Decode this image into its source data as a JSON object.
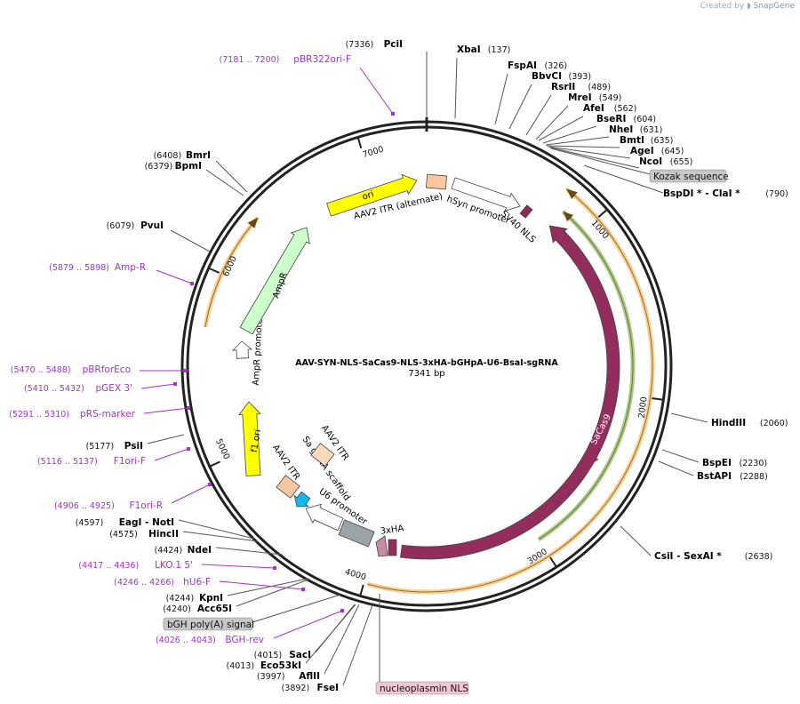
{
  "watermark": {
    "prefix": "Created by",
    "brand": "SnapGene"
  },
  "plasmid": {
    "name": "AAV-SYN-NLS-SaCas9-NLS-3xHA-bGHpA-U6-BsaI-sgRNA",
    "length_label": "7341 bp",
    "total_bp": 7341
  },
  "ticks": [
    {
      "label": "1000",
      "bp": 1000
    },
    {
      "label": "2000",
      "bp": 2000
    },
    {
      "label": "3000",
      "bp": 3000
    },
    {
      "label": "4000",
      "bp": 4000
    },
    {
      "label": "5000",
      "bp": 5000
    },
    {
      "label": "6000",
      "bp": 6000
    },
    {
      "label": "7000",
      "bp": 7000
    }
  ],
  "enzymes": [
    {
      "name": "PciI",
      "pos": "(7336)",
      "kind": "enzyme"
    },
    {
      "name": "XbaI",
      "pos": "(137)",
      "kind": "enzyme"
    },
    {
      "name": "FspAI",
      "pos": "(326)",
      "kind": "enzyme"
    },
    {
      "name": "BbvCI",
      "pos": "(393)",
      "kind": "enzyme"
    },
    {
      "name": "RsrII",
      "pos": "(489)",
      "kind": "enzyme"
    },
    {
      "name": "MreI",
      "pos": "(549)",
      "kind": "enzyme"
    },
    {
      "name": "AfeI",
      "pos": "(562)",
      "kind": "enzyme"
    },
    {
      "name": "BseRI",
      "pos": "(604)",
      "kind": "enzyme"
    },
    {
      "name": "NheI",
      "pos": "(631)",
      "kind": "enzyme"
    },
    {
      "name": "BmtI",
      "pos": "(635)",
      "kind": "enzyme"
    },
    {
      "name": "AgeI",
      "pos": "(645)",
      "kind": "enzyme"
    },
    {
      "name": "NcoI",
      "pos": "(655)",
      "kind": "enzyme"
    },
    {
      "name": "BspDI * - ClaI *",
      "pos": "(790)",
      "kind": "enzyme"
    },
    {
      "name": "HindIII",
      "pos": "(2060)",
      "kind": "enzyme"
    },
    {
      "name": "BspEI",
      "pos": "(2230)",
      "kind": "enzyme"
    },
    {
      "name": "BstAPI",
      "pos": "(2288)",
      "kind": "enzyme"
    },
    {
      "name": "CsiI - SexAI *",
      "pos": "(2638)",
      "kind": "enzyme"
    },
    {
      "name": "FseI",
      "pos": "(3892)",
      "kind": "enzyme"
    },
    {
      "name": "AflII",
      "pos": "(3997)",
      "kind": "enzyme"
    },
    {
      "name": "Eco53kI",
      "pos": "(4013)",
      "kind": "enzyme"
    },
    {
      "name": "SacI",
      "pos": "(4015)",
      "kind": "enzyme"
    },
    {
      "name": "Acc65I",
      "pos": "(4240)",
      "kind": "enzyme"
    },
    {
      "name": "KpnI",
      "pos": "(4244)",
      "kind": "enzyme"
    },
    {
      "name": "NdeI",
      "pos": "(4424)",
      "kind": "enzyme"
    },
    {
      "name": "HincII",
      "pos": "(4575)",
      "kind": "enzyme"
    },
    {
      "name": "EagI - NotI",
      "pos": "(4597)",
      "kind": "enzyme"
    },
    {
      "name": "PsiI",
      "pos": "(5177)",
      "kind": "enzyme"
    },
    {
      "name": "PvuI",
      "pos": "(6079)",
      "kind": "enzyme"
    },
    {
      "name": "BpmI",
      "pos": "(6379)",
      "kind": "enzyme"
    },
    {
      "name": "BmrI",
      "pos": "(6408)",
      "kind": "enzyme"
    }
  ],
  "primers": [
    {
      "name": "pBR322ori-F",
      "pos": "(7181 .. 7200)"
    },
    {
      "name": "Amp-R",
      "pos": "(5879 .. 5898)"
    },
    {
      "name": "pBRforEco",
      "pos": "(5470 .. 5488)"
    },
    {
      "name": "pGEX 3'",
      "pos": "(5410 .. 5432)"
    },
    {
      "name": "pRS-marker",
      "pos": "(5291 .. 5310)"
    },
    {
      "name": "F1ori-F",
      "pos": "(5116 .. 5137)"
    },
    {
      "name": "F1ori-R",
      "pos": "(4906 .. 4925)"
    },
    {
      "name": "LKO.1 5'",
      "pos": "(4417 .. 4436)"
    },
    {
      "name": "hU6-F",
      "pos": "(4246 .. 4266)"
    },
    {
      "name": "BGH-rev",
      "pos": "(4026 .. 4043)"
    }
  ],
  "boxed_features": [
    {
      "name": "Kozak sequence"
    },
    {
      "name": "bGH poly(A) signal"
    },
    {
      "name": "nucleoplasmin NLS"
    }
  ],
  "features": [
    {
      "name": "ori",
      "color": "#ffff00"
    },
    {
      "name": "AAV2 ITR (alternate)",
      "color": "#f9c79f"
    },
    {
      "name": "hSyn promoter",
      "color": "#ffffff"
    },
    {
      "name": "SV40 NLS",
      "color": "#8e2a5b"
    },
    {
      "name": "SaCas9",
      "color": "#922d5d"
    },
    {
      "name": "3xHA",
      "color": "#c98aa5"
    },
    {
      "name": "U6 promoter",
      "color": "#ffffff"
    },
    {
      "name": "Sa gRNA scaffold",
      "color": "#9aa3a8"
    },
    {
      "name": "AAV2 ITR",
      "color": "#f9c79f"
    },
    {
      "name": "AAV2 ITR",
      "color": "#fbd9bd"
    },
    {
      "name": "f1 ori",
      "color": "#ffff00"
    },
    {
      "name": "AmpR promoter",
      "color": "#ffffff"
    },
    {
      "name": "AmpR",
      "color": "#ccffcc"
    }
  ],
  "colors": {
    "primer": "#a033cc",
    "orf_orange": "#f3a533",
    "orf_green": "#5fa32a",
    "enzyme_line": "#555555",
    "backbone": "#222222"
  }
}
